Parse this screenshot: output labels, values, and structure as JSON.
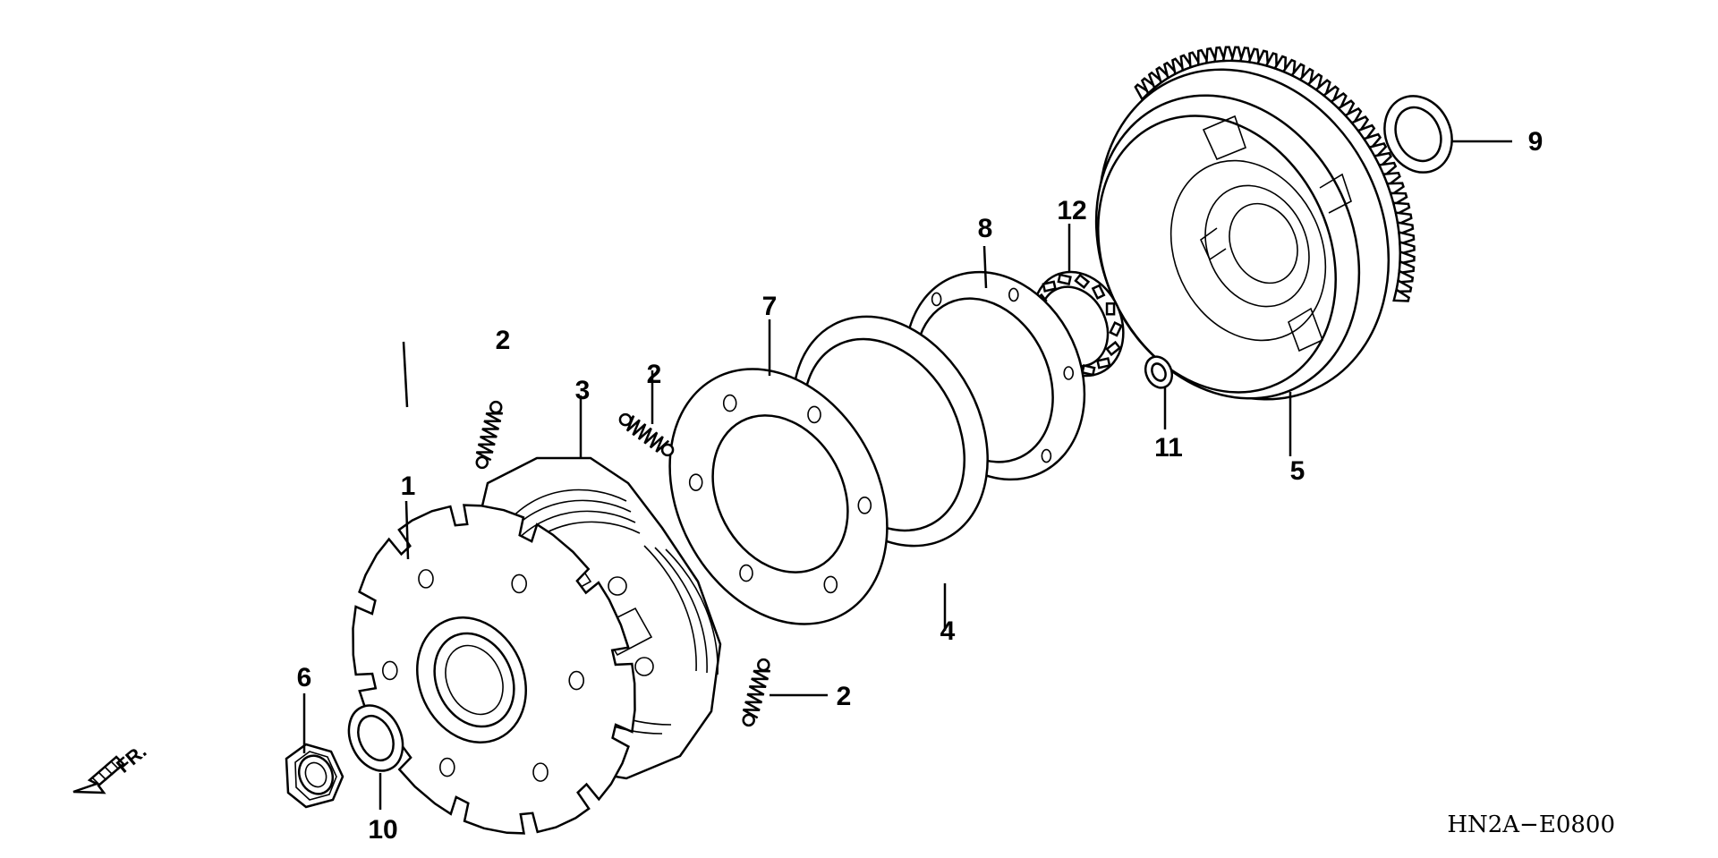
{
  "diagram": {
    "drawing_code": "HN2A−E0800",
    "direction_label": "FR.",
    "callouts": [
      {
        "id": "c1",
        "label": "1"
      },
      {
        "id": "c2a",
        "label": "2"
      },
      {
        "id": "c2b",
        "label": "2"
      },
      {
        "id": "c2c",
        "label": "2"
      },
      {
        "id": "c3",
        "label": "3"
      },
      {
        "id": "c4",
        "label": "4"
      },
      {
        "id": "c5",
        "label": "5"
      },
      {
        "id": "c6",
        "label": "6"
      },
      {
        "id": "c7",
        "label": "7"
      },
      {
        "id": "c8",
        "label": "8"
      },
      {
        "id": "c9",
        "label": "9"
      },
      {
        "id": "c10",
        "label": "10"
      },
      {
        "id": "c11",
        "label": "11"
      },
      {
        "id": "c12",
        "label": "12"
      }
    ],
    "parts": [
      {
        "callout": "1",
        "icon": "drive-plate-icon"
      },
      {
        "callout": "2",
        "icon": "spring-icon"
      },
      {
        "callout": "3",
        "icon": "clutch-weight-assembly-icon"
      },
      {
        "callout": "4",
        "icon": "plate-icon"
      },
      {
        "callout": "5",
        "icon": "outer-drum-icon"
      },
      {
        "callout": "6",
        "icon": "nut-icon"
      },
      {
        "callout": "7",
        "icon": "side-plate-icon"
      },
      {
        "callout": "8",
        "icon": "ring-plate-icon"
      },
      {
        "callout": "9",
        "icon": "washer-icon"
      },
      {
        "callout": "10",
        "icon": "washer-icon"
      },
      {
        "callout": "11",
        "icon": "circlip-icon"
      },
      {
        "callout": "12",
        "icon": "one-way-clutch-icon"
      }
    ]
  }
}
